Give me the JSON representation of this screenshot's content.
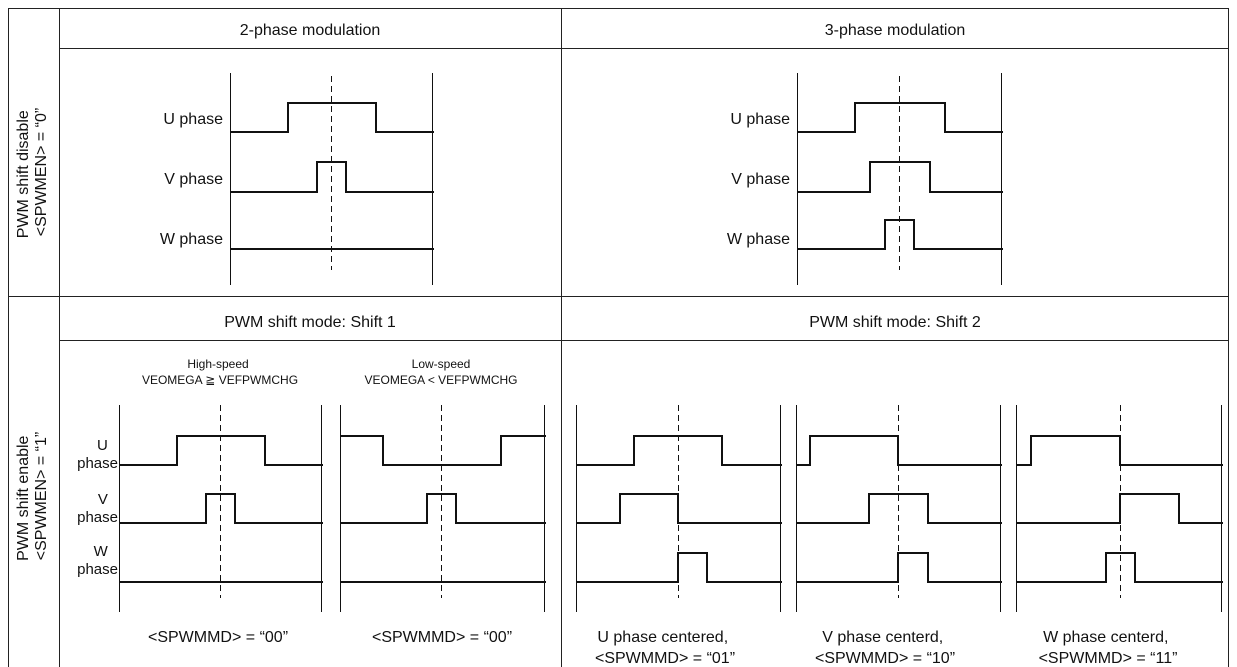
{
  "headers": {
    "two_phase": "2-phase modulation",
    "three_phase": "3-phase modulation",
    "shift1": "PWM shift mode: Shift 1",
    "shift2": "PWM shift mode: Shift 2"
  },
  "row_labels": {
    "disable_line1": "PWM shift disable",
    "disable_line2": "<SPWMEN> = “0”",
    "enable_line1": "PWM shift enable",
    "enable_line2": "<SPWMEN> = “1”"
  },
  "phase_labels": {
    "u": "U phase",
    "v": "V phase",
    "w": "W phase"
  },
  "phase_labels_short": {
    "u_top": "U",
    "v_top": "V",
    "w_top": "W",
    "bottom": "phase"
  },
  "speed": {
    "high_title": "High-speed",
    "high_cond": "VEOMEGA ≧ VEFPWMCHG",
    "low_title": "Low-speed",
    "low_cond": "VEOMEGA < VEFPWMCHG"
  },
  "captions": {
    "hs": "<SPWMMD> = “00”",
    "ls": "<SPWMMD> = “00”",
    "u_line1": "U phase centered,",
    "u_line2": "<SPWMMD> = “01”",
    "v_line1": "V phase centerd,",
    "v_line2": "<SPWMMD> = “10”",
    "w_line1": "W phase centerd,",
    "w_line2": "<SPWMMD> = “11”"
  }
}
